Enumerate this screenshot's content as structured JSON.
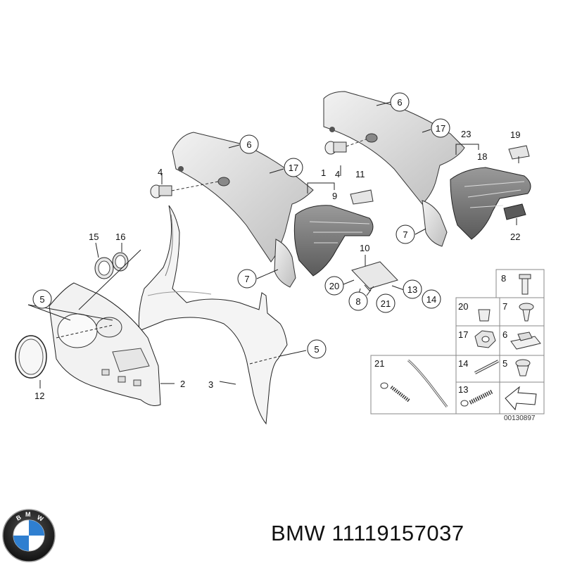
{
  "callouts": {
    "c1": "1",
    "c2": "2",
    "c3": "3",
    "c4a": "4",
    "c4b": "4",
    "c5a": "5",
    "c5b": "5",
    "c6a": "6",
    "c6b": "6",
    "c7a": "7",
    "c7b": "7",
    "c8": "8",
    "c9": "9",
    "c10": "10",
    "c11": "11",
    "c12": "12",
    "c13": "13",
    "c14": "14",
    "c15": "15",
    "c16": "16",
    "c17a": "17",
    "c17b": "17",
    "c18": "18",
    "c19": "19",
    "c20": "20",
    "c21": "21",
    "c22": "22",
    "c23": "23"
  },
  "legend": {
    "l8": "8",
    "l20": "20",
    "l7": "7",
    "l17": "17",
    "l6": "6",
    "l21": "21",
    "l14": "14",
    "l5": "5",
    "l13": "13"
  },
  "diagram_code": "00130897",
  "logo_letters": "BMW",
  "caption": "BMW 11119157037",
  "colors": {
    "line": "#222222",
    "part_fill": "#dcdcdc",
    "logo_blue": "#2f7fd0"
  }
}
